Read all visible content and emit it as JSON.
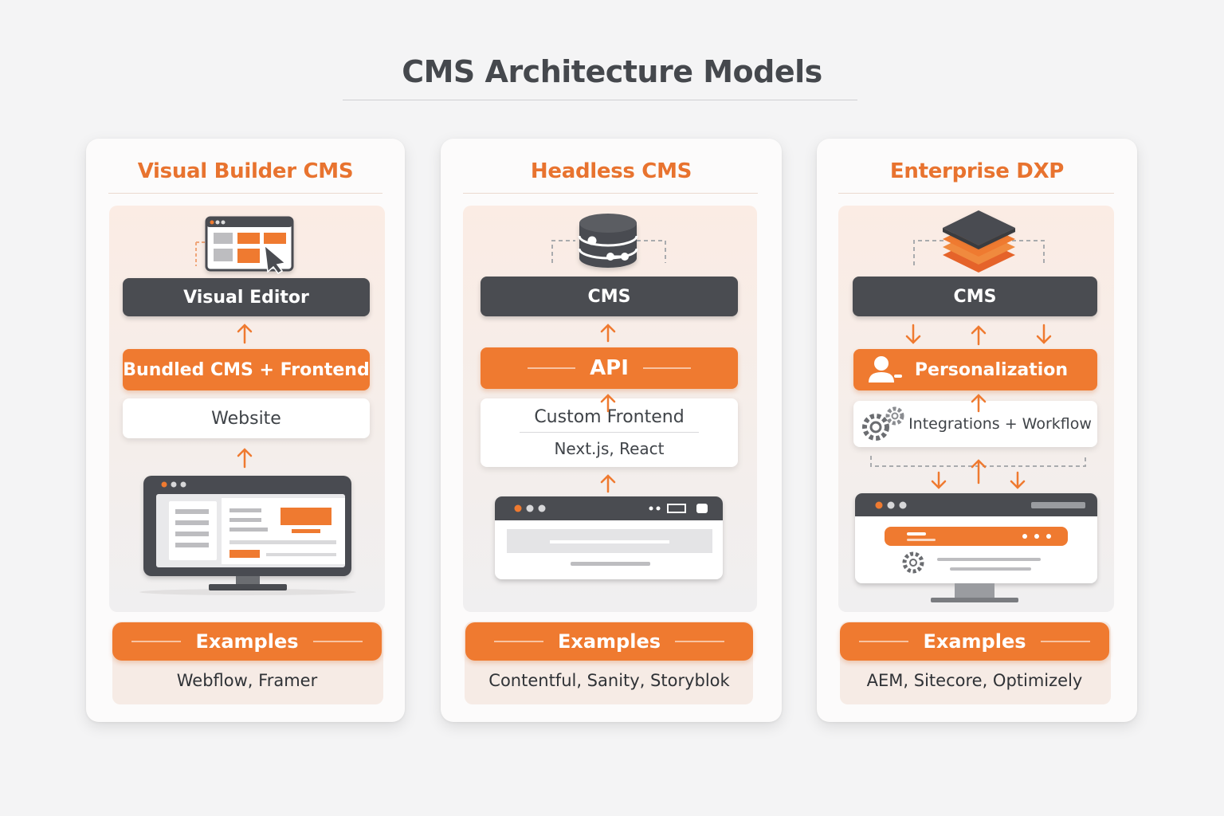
{
  "title": "CMS Architecture Models",
  "colors": {
    "accent": "#ef7a30",
    "dark": "#4a4c51",
    "background": "#f4f4f5"
  },
  "columns": [
    {
      "title": "Visual Builder CMS",
      "top_icon": "visual-editor-window-icon",
      "blocks": [
        {
          "label": "Visual Editor"
        },
        {
          "label": "Bundled CMS + Frontend"
        },
        {
          "label": "Website"
        }
      ],
      "bottom_icon": "monitor-icon",
      "examples_label": "Examples",
      "examples": "Webflow, Framer"
    },
    {
      "title": "Headless CMS",
      "top_icon": "database-icon",
      "blocks": [
        {
          "label": "CMS"
        },
        {
          "label": "API"
        },
        {
          "label": "Custom Frontend",
          "sublabel": "Next.js, React"
        }
      ],
      "bottom_icon": "browser-window-icon",
      "examples_label": "Examples",
      "examples": "Contentful, Sanity, Storyblok"
    },
    {
      "title": "Enterprise DXP",
      "top_icon": "stacked-layers-icon",
      "blocks": [
        {
          "label": "CMS"
        },
        {
          "label": "Personalization"
        },
        {
          "label": "Integrations + Workflow"
        }
      ],
      "bottom_icon": "browser-monitor-icon",
      "examples_label": "Examples",
      "examples": "AEM, Sitecore, Optimizely"
    }
  ]
}
